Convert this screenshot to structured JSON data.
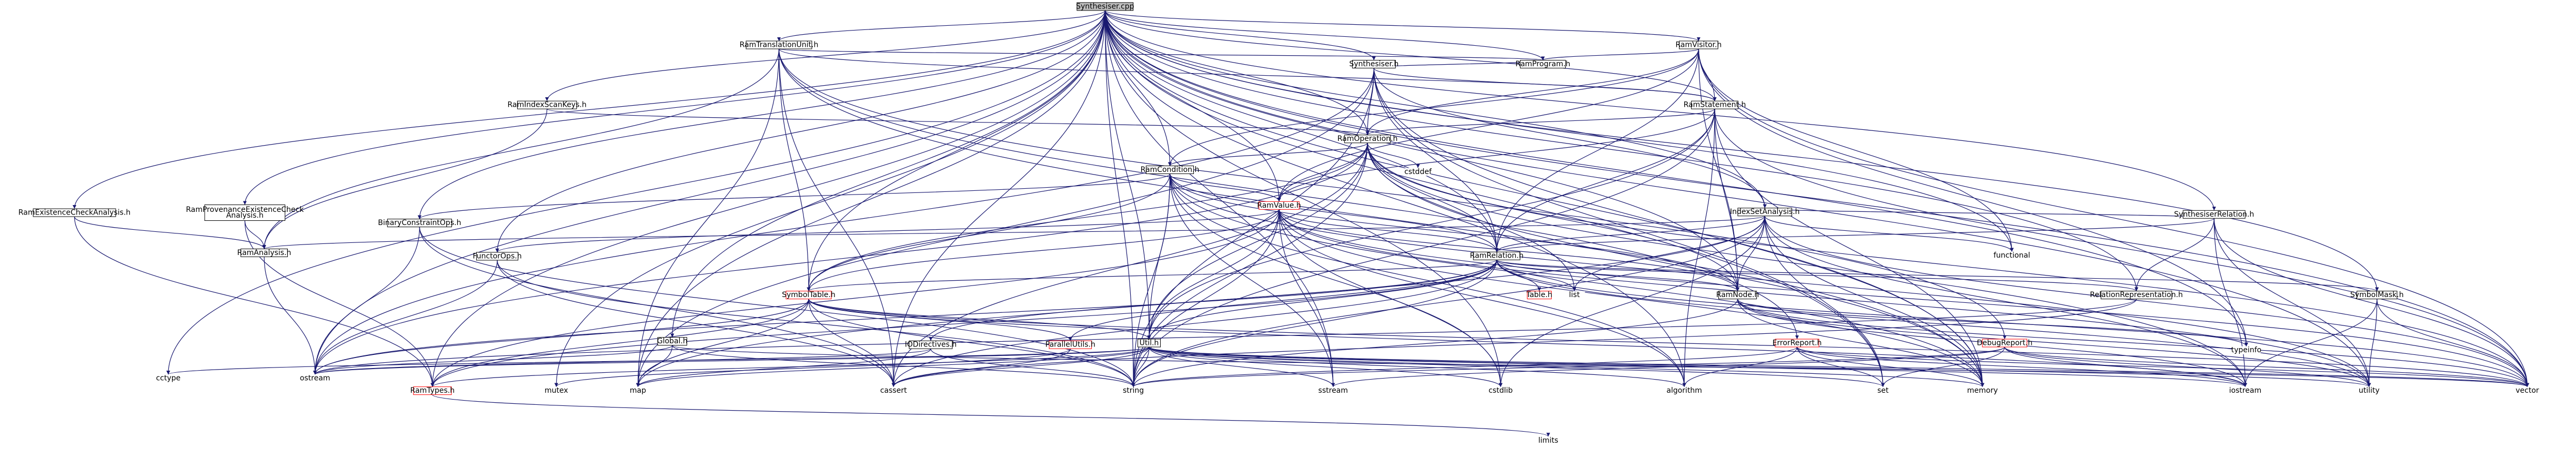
{
  "colors": {
    "root_fill": "#bfbfbf",
    "node_fill": "#ffffff",
    "node_stroke_black": "#000000",
    "node_stroke_red": "#ff0000",
    "node_text": "#000000",
    "edge": "#191970"
  },
  "nodes": [
    {
      "id": "synthesiser_cpp",
      "label": "Synthesiser.cpp",
      "kind": "root"
    },
    {
      "id": "ram_translation_unit_h",
      "label": "RamTranslationUnit.h",
      "kind": "normal"
    },
    {
      "id": "ram_visitor_h",
      "label": "RamVisitor.h",
      "kind": "normal"
    },
    {
      "id": "synthesiser_h",
      "label": "Synthesiser.h",
      "kind": "normal"
    },
    {
      "id": "ram_program_h",
      "label": "RamProgram.h",
      "kind": "normal"
    },
    {
      "id": "ram_index_scan_keys_h",
      "label": "RamIndexScanKeys.h",
      "kind": "normal"
    },
    {
      "id": "ram_statement_h",
      "label": "RamStatement.h",
      "kind": "normal"
    },
    {
      "id": "ram_operation_h",
      "label": "RamOperation.h",
      "kind": "normal"
    },
    {
      "id": "synthesiser_relation_h",
      "label": "SynthesiserRelation.h",
      "kind": "normal"
    },
    {
      "id": "ram_existence_check_analysis_h",
      "label": "RamExistenceCheckAnalysis.h",
      "kind": "normal"
    },
    {
      "id": "ram_provenance_existence_check_analysis_h",
      "label": "RamProvenanceExistenceCheck\nAnalysis.h",
      "kind": "normal"
    },
    {
      "id": "binary_constraint_ops_h",
      "label": "BinaryConstraintOps.h",
      "kind": "normal"
    },
    {
      "id": "ram_condition_h",
      "label": "RamCondition.h",
      "kind": "normal"
    },
    {
      "id": "cstddef",
      "label": "cstddef",
      "kind": "plain"
    },
    {
      "id": "index_set_analysis_h",
      "label": "IndexSetAnalysis.h",
      "kind": "normal"
    },
    {
      "id": "ram_value_h",
      "label": "RamValue.h",
      "kind": "red"
    },
    {
      "id": "ram_analysis_h",
      "label": "RamAnalysis.h",
      "kind": "normal"
    },
    {
      "id": "functor_ops_h",
      "label": "FunctorOps.h",
      "kind": "normal"
    },
    {
      "id": "ram_relation_h",
      "label": "RamRelation.h",
      "kind": "normal"
    },
    {
      "id": "functional",
      "label": "functional",
      "kind": "plain"
    },
    {
      "id": "symbol_table_h",
      "label": "SymbolTable.h",
      "kind": "red"
    },
    {
      "id": "table_h",
      "label": "Table.h",
      "kind": "red"
    },
    {
      "id": "list",
      "label": "list",
      "kind": "plain"
    },
    {
      "id": "ram_node_h",
      "label": "RamNode.h",
      "kind": "normal"
    },
    {
      "id": "relation_representation_h",
      "label": "RelationRepresentation.h",
      "kind": "normal"
    },
    {
      "id": "symbol_mask_h",
      "label": "SymbolMask.h",
      "kind": "normal"
    },
    {
      "id": "iodirectives_h",
      "label": "IODirectives.h",
      "kind": "normal"
    },
    {
      "id": "global_h",
      "label": "Global.h",
      "kind": "normal"
    },
    {
      "id": "parallel_utils_h",
      "label": "ParallelUtils.h",
      "kind": "red"
    },
    {
      "id": "util_h",
      "label": "Util.h",
      "kind": "normal"
    },
    {
      "id": "error_report_h",
      "label": "ErrorReport.h",
      "kind": "red"
    },
    {
      "id": "debug_report_h",
      "label": "DebugReport.h",
      "kind": "red"
    },
    {
      "id": "typeinfo",
      "label": "typeinfo",
      "kind": "plain"
    },
    {
      "id": "cctype",
      "label": "cctype",
      "kind": "plain"
    },
    {
      "id": "ostream",
      "label": "ostream",
      "kind": "plain"
    },
    {
      "id": "ram_types_h",
      "label": "RamTypes.h",
      "kind": "red"
    },
    {
      "id": "mutex",
      "label": "mutex",
      "kind": "plain"
    },
    {
      "id": "map",
      "label": "map",
      "kind": "plain"
    },
    {
      "id": "cassert",
      "label": "cassert",
      "kind": "plain"
    },
    {
      "id": "string",
      "label": "string",
      "kind": "plain"
    },
    {
      "id": "sstream",
      "label": "sstream",
      "kind": "plain"
    },
    {
      "id": "cstdlib",
      "label": "cstdlib",
      "kind": "plain"
    },
    {
      "id": "algorithm",
      "label": "algorithm",
      "kind": "plain"
    },
    {
      "id": "set",
      "label": "set",
      "kind": "plain"
    },
    {
      "id": "memory",
      "label": "memory",
      "kind": "plain"
    },
    {
      "id": "iostream",
      "label": "iostream",
      "kind": "plain"
    },
    {
      "id": "utility",
      "label": "utility",
      "kind": "plain"
    },
    {
      "id": "vector",
      "label": "vector",
      "kind": "plain"
    },
    {
      "id": "limits",
      "label": "limits",
      "kind": "plain"
    }
  ],
  "edges": [
    [
      "synthesiser_cpp",
      "ram_translation_unit_h"
    ],
    [
      "synthesiser_cpp",
      "ram_visitor_h"
    ],
    [
      "synthesiser_cpp",
      "synthesiser_h"
    ],
    [
      "synthesiser_cpp",
      "ram_program_h"
    ],
    [
      "synthesiser_cpp",
      "ram_index_scan_keys_h"
    ],
    [
      "synthesiser_cpp",
      "ram_statement_h"
    ],
    [
      "synthesiser_cpp",
      "ram_operation_h"
    ],
    [
      "synthesiser_cpp",
      "synthesiser_relation_h"
    ],
    [
      "synthesiser_cpp",
      "ram_existence_check_analysis_h"
    ],
    [
      "synthesiser_cpp",
      "ram_provenance_existence_check_analysis_h"
    ],
    [
      "synthesiser_cpp",
      "binary_constraint_ops_h"
    ],
    [
      "synthesiser_cpp",
      "ram_condition_h"
    ],
    [
      "synthesiser_cpp",
      "index_set_analysis_h"
    ],
    [
      "synthesiser_cpp",
      "ram_value_h"
    ],
    [
      "synthesiser_cpp",
      "functor_ops_h"
    ],
    [
      "synthesiser_cpp",
      "ram_relation_h"
    ],
    [
      "synthesiser_cpp",
      "functional"
    ],
    [
      "synthesiser_cpp",
      "symbol_table_h"
    ],
    [
      "synthesiser_cpp",
      "ram_node_h"
    ],
    [
      "synthesiser_cpp",
      "relation_representation_h"
    ],
    [
      "synthesiser_cpp",
      "symbol_mask_h"
    ],
    [
      "synthesiser_cpp",
      "global_h"
    ],
    [
      "synthesiser_cpp",
      "util_h"
    ],
    [
      "synthesiser_cpp",
      "typeinfo"
    ],
    [
      "synthesiser_cpp",
      "cctype"
    ],
    [
      "synthesiser_cpp",
      "ostream"
    ],
    [
      "synthesiser_cpp",
      "ram_types_h"
    ],
    [
      "synthesiser_cpp",
      "mutex"
    ],
    [
      "synthesiser_cpp",
      "map"
    ],
    [
      "synthesiser_cpp",
      "cassert"
    ],
    [
      "synthesiser_cpp",
      "string"
    ],
    [
      "synthesiser_cpp",
      "sstream"
    ],
    [
      "synthesiser_cpp",
      "cstdlib"
    ],
    [
      "synthesiser_cpp",
      "algorithm"
    ],
    [
      "synthesiser_cpp",
      "set"
    ],
    [
      "synthesiser_cpp",
      "memory"
    ],
    [
      "synthesiser_cpp",
      "utility"
    ],
    [
      "synthesiser_cpp",
      "vector"
    ],
    [
      "ram_translation_unit_h",
      "ram_program_h"
    ],
    [
      "ram_translation_unit_h",
      "ram_statement_h"
    ],
    [
      "ram_translation_unit_h",
      "ram_analysis_h"
    ],
    [
      "ram_translation_unit_h",
      "symbol_table_h"
    ],
    [
      "ram_translation_unit_h",
      "error_report_h"
    ],
    [
      "ram_translation_unit_h",
      "debug_report_h"
    ],
    [
      "ram_translation_unit_h",
      "map"
    ],
    [
      "ram_translation_unit_h",
      "memory"
    ],
    [
      "ram_translation_unit_h",
      "cassert"
    ],
    [
      "ram_visitor_h",
      "ram_program_h"
    ],
    [
      "ram_visitor_h",
      "ram_statement_h"
    ],
    [
      "ram_visitor_h",
      "ram_operation_h"
    ],
    [
      "ram_visitor_h",
      "ram_condition_h"
    ],
    [
      "ram_visitor_h",
      "ram_value_h"
    ],
    [
      "ram_visitor_h",
      "ram_relation_h"
    ],
    [
      "ram_visitor_h",
      "ram_node_h"
    ],
    [
      "ram_visitor_h",
      "functional"
    ],
    [
      "ram_visitor_h",
      "typeinfo"
    ],
    [
      "ram_visitor_h",
      "vector"
    ],
    [
      "synthesiser_h",
      "ram_program_h"
    ],
    [
      "synthesiser_h",
      "ram_statement_h"
    ],
    [
      "synthesiser_h",
      "ram_operation_h"
    ],
    [
      "synthesiser_h",
      "ram_relation_h"
    ],
    [
      "synthesiser_h",
      "index_set_analysis_h"
    ],
    [
      "synthesiser_h",
      "ostream"
    ],
    [
      "synthesiser_h",
      "map"
    ],
    [
      "synthesiser_h",
      "memory"
    ],
    [
      "synthesiser_h",
      "set"
    ],
    [
      "synthesiser_h",
      "string"
    ],
    [
      "ram_index_scan_keys_h",
      "ram_operation_h"
    ],
    [
      "ram_index_scan_keys_h",
      "ram_analysis_h"
    ],
    [
      "ram_statement_h",
      "ram_operation_h"
    ],
    [
      "ram_statement_h",
      "ram_relation_h"
    ],
    [
      "ram_statement_h",
      "ram_value_h"
    ],
    [
      "ram_statement_h",
      "ram_node_h"
    ],
    [
      "ram_statement_h",
      "util_h"
    ],
    [
      "ram_statement_h",
      "memory"
    ],
    [
      "ram_statement_h",
      "vector"
    ],
    [
      "ram_statement_h",
      "algorithm"
    ],
    [
      "ram_statement_h",
      "string"
    ],
    [
      "ram_operation_h",
      "ram_condition_h"
    ],
    [
      "ram_operation_h",
      "ram_value_h"
    ],
    [
      "ram_operation_h",
      "ram_relation_h"
    ],
    [
      "ram_operation_h",
      "ram_node_h"
    ],
    [
      "ram_operation_h",
      "symbol_table_h"
    ],
    [
      "ram_operation_h",
      "util_h"
    ],
    [
      "ram_operation_h",
      "cstddef"
    ],
    [
      "ram_operation_h",
      "iostream"
    ],
    [
      "ram_operation_h",
      "vector"
    ],
    [
      "ram_operation_h",
      "memory"
    ],
    [
      "ram_operation_h",
      "cassert"
    ],
    [
      "ram_operation_h",
      "string"
    ],
    [
      "ram_operation_h",
      "ostream"
    ],
    [
      "ram_operation_h",
      "list"
    ],
    [
      "synthesiser_relation_h",
      "ram_relation_h"
    ],
    [
      "synthesiser_relation_h",
      "relation_representation_h"
    ],
    [
      "synthesiser_relation_h",
      "index_set_analysis_h"
    ],
    [
      "synthesiser_relation_h",
      "iostream"
    ],
    [
      "synthesiser_relation_h",
      "vector"
    ],
    [
      "synthesiser_relation_h",
      "utility"
    ],
    [
      "ram_existence_check_analysis_h",
      "ram_analysis_h"
    ],
    [
      "ram_existence_check_analysis_h",
      "ram_types_h"
    ],
    [
      "ram_provenance_existence_check_analysis_h",
      "ram_analysis_h"
    ],
    [
      "ram_provenance_existence_check_analysis_h",
      "ram_types_h"
    ],
    [
      "binary_constraint_ops_h",
      "ostream"
    ],
    [
      "binary_constraint_ops_h",
      "cassert"
    ],
    [
      "binary_constraint_ops_h",
      "string"
    ],
    [
      "ram_condition_h",
      "ram_value_h"
    ],
    [
      "ram_condition_h",
      "ram_relation_h"
    ],
    [
      "ram_condition_h",
      "ram_node_h"
    ],
    [
      "ram_condition_h",
      "binary_constraint_ops_h"
    ],
    [
      "ram_condition_h",
      "symbol_table_h"
    ],
    [
      "ram_condition_h",
      "util_h"
    ],
    [
      "ram_condition_h",
      "algorithm"
    ],
    [
      "ram_condition_h",
      "cstdlib"
    ],
    [
      "ram_condition_h",
      "sstream"
    ],
    [
      "ram_condition_h",
      "string"
    ],
    [
      "ram_condition_h",
      "memory"
    ],
    [
      "ram_condition_h",
      "utility"
    ],
    [
      "index_set_analysis_h",
      "ram_relation_h"
    ],
    [
      "index_set_analysis_h",
      "ram_analysis_h"
    ],
    [
      "index_set_analysis_h",
      "ram_node_h"
    ],
    [
      "index_set_analysis_h",
      "functional"
    ],
    [
      "index_set_analysis_h",
      "iostream"
    ],
    [
      "index_set_analysis_h",
      "map"
    ],
    [
      "index_set_analysis_h",
      "set"
    ],
    [
      "index_set_analysis_h",
      "vector"
    ],
    [
      "index_set_analysis_h",
      "string"
    ],
    [
      "index_set_analysis_h",
      "memory"
    ],
    [
      "index_set_analysis_h",
      "cstdlib"
    ],
    [
      "index_set_analysis_h",
      "list"
    ],
    [
      "ram_value_h",
      "ram_relation_h"
    ],
    [
      "ram_value_h",
      "ram_node_h"
    ],
    [
      "ram_value_h",
      "functor_ops_h"
    ],
    [
      "ram_value_h",
      "symbol_table_h"
    ],
    [
      "ram_value_h",
      "util_h"
    ],
    [
      "ram_value_h",
      "ram_types_h"
    ],
    [
      "ram_value_h",
      "algorithm"
    ],
    [
      "ram_value_h",
      "array"
    ],
    [
      "ram_value_h",
      "cstdlib"
    ],
    [
      "ram_value_h",
      "sstream"
    ],
    [
      "ram_value_h",
      "string"
    ],
    [
      "ram_value_h",
      "memory"
    ],
    [
      "ram_value_h",
      "utility"
    ],
    [
      "ram_value_h",
      "vector"
    ],
    [
      "ram_analysis_h",
      "ostream"
    ],
    [
      "functor_ops_h",
      "ostream"
    ],
    [
      "functor_ops_h",
      "cassert"
    ],
    [
      "functor_ops_h",
      "string"
    ],
    [
      "ram_relation_h",
      "ram_node_h"
    ],
    [
      "ram_relation_h",
      "relation_representation_h"
    ],
    [
      "ram_relation_h",
      "symbol_mask_h"
    ],
    [
      "ram_relation_h",
      "symbol_table_h"
    ],
    [
      "ram_relation_h",
      "table_h"
    ],
    [
      "ram_relation_h",
      "util_h"
    ],
    [
      "ram_relation_h",
      "iodirectives_h"
    ],
    [
      "ram_relation_h",
      "parallel_utils_h"
    ],
    [
      "ram_relation_h",
      "ram_types_h"
    ],
    [
      "ram_relation_h",
      "list"
    ],
    [
      "ram_relation_h",
      "cassert"
    ],
    [
      "ram_relation_h",
      "string"
    ],
    [
      "ram_relation_h",
      "ostream"
    ],
    [
      "ram_relation_h",
      "vector"
    ],
    [
      "ram_relation_h",
      "utility"
    ],
    [
      "symbol_table_h",
      "ram_types_h"
    ],
    [
      "symbol_table_h",
      "parallel_utils_h"
    ],
    [
      "symbol_table_h",
      "util_h"
    ],
    [
      "symbol_table_h",
      "iostream"
    ],
    [
      "symbol_table_h",
      "string"
    ],
    [
      "symbol_table_h",
      "vector"
    ],
    [
      "symbol_table_h",
      "cassert"
    ],
    [
      "symbol_table_h",
      "map"
    ],
    [
      "symbol_table_h",
      "ostream"
    ],
    [
      "ram_node_h",
      "iostream"
    ],
    [
      "ram_node_h",
      "typeinfo"
    ],
    [
      "ram_node_h",
      "memory"
    ],
    [
      "ram_node_h",
      "vector"
    ],
    [
      "ram_node_h",
      "string"
    ],
    [
      "ram_node_h",
      "utility"
    ],
    [
      "relation_representation_h",
      "ostream"
    ],
    [
      "relation_representation_h",
      "cassert"
    ],
    [
      "symbol_mask_h",
      "iostream"
    ],
    [
      "symbol_mask_h",
      "vector"
    ],
    [
      "symbol_mask_h",
      "utility"
    ],
    [
      "iodirectives_h",
      "map"
    ],
    [
      "iodirectives_h",
      "ostream"
    ],
    [
      "iodirectives_h",
      "string"
    ],
    [
      "global_h",
      "map"
    ],
    [
      "global_h",
      "string"
    ],
    [
      "global_h",
      "ostream"
    ],
    [
      "global_h",
      "vector"
    ],
    [
      "parallel_utils_h",
      "mutex"
    ],
    [
      "parallel_utils_h",
      "cassert"
    ],
    [
      "util_h",
      "ram_types_h"
    ],
    [
      "util_h",
      "cctype"
    ],
    [
      "util_h",
      "cassert"
    ],
    [
      "util_h",
      "string"
    ],
    [
      "util_h",
      "sstream"
    ],
    [
      "util_h",
      "cstdlib"
    ],
    [
      "util_h",
      "algorithm"
    ],
    [
      "util_h",
      "set"
    ],
    [
      "util_h",
      "memory"
    ],
    [
      "util_h",
      "iostream"
    ],
    [
      "util_h",
      "utility"
    ],
    [
      "util_h",
      "vector"
    ],
    [
      "util_h",
      "map"
    ],
    [
      "util_h",
      "ostream"
    ],
    [
      "error_report_h",
      "string"
    ],
    [
      "error_report_h",
      "set"
    ],
    [
      "error_report_h",
      "memory"
    ],
    [
      "error_report_h",
      "vector"
    ],
    [
      "error_report_h",
      "algorithm"
    ],
    [
      "error_report_h",
      "iostream"
    ],
    [
      "debug_report_h",
      "sstream"
    ],
    [
      "debug_report_h",
      "string"
    ],
    [
      "debug_report_h",
      "set"
    ],
    [
      "debug_report_h",
      "vector"
    ],
    [
      "debug_report_h",
      "iostream"
    ],
    [
      "debug_report_h",
      "utility"
    ],
    [
      "ram_types_h",
      "limits"
    ]
  ]
}
